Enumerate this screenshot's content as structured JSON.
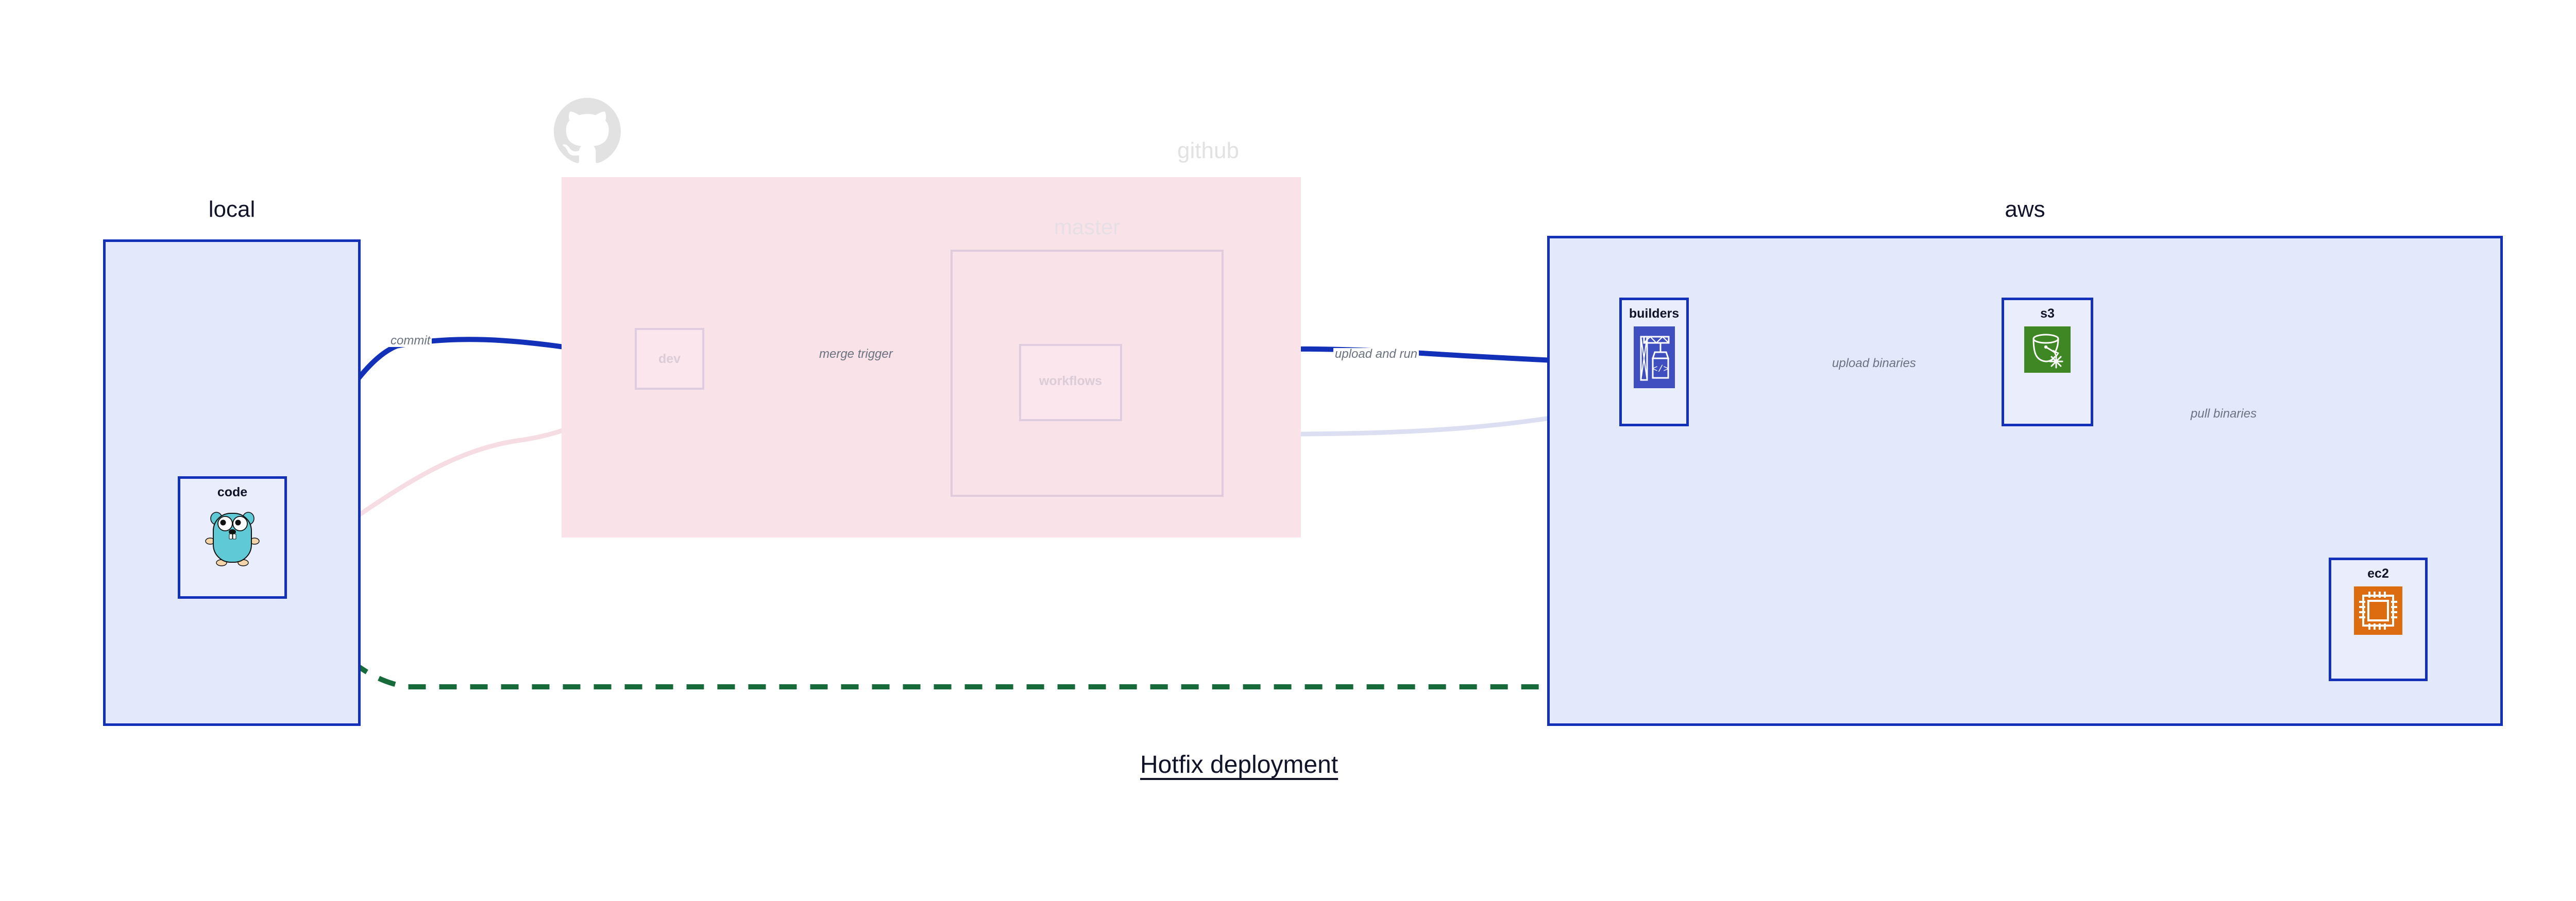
{
  "diagram": {
    "caption": "Hotfix deployment",
    "clusters": [
      {
        "id": "local",
        "label": "local"
      },
      {
        "id": "github",
        "label": "github"
      },
      {
        "id": "master",
        "label": "master"
      },
      {
        "id": "aws",
        "label": "aws"
      }
    ],
    "nodes": [
      {
        "id": "code",
        "label": "code",
        "icon": "go-gopher-icon",
        "state": "active"
      },
      {
        "id": "dev",
        "label": "dev",
        "icon": "none",
        "state": "faded"
      },
      {
        "id": "workflows",
        "label": "workflows",
        "icon": "none",
        "state": "faded"
      },
      {
        "id": "builders",
        "label": "builders",
        "icon": "aws-codebuild-icon",
        "state": "active"
      },
      {
        "id": "s3",
        "label": "s3",
        "icon": "aws-s3-glacier-icon",
        "state": "active"
      },
      {
        "id": "ec2",
        "label": "ec2",
        "icon": "aws-ec2-icon",
        "state": "active"
      }
    ],
    "edges": [
      {
        "from": "code",
        "to": "dev",
        "label": "commit",
        "style": "solid-blue"
      },
      {
        "from": "dev",
        "to": "workflows",
        "label": "merge trigger",
        "style": "solid-blue"
      },
      {
        "from": "workflows",
        "to": "builders",
        "label": "upload and run",
        "style": "solid-blue"
      },
      {
        "from": "builders",
        "to": "s3",
        "label": "upload binaries",
        "style": "solid-blue"
      },
      {
        "from": "s3",
        "to": "ec2",
        "label": "pull binaries",
        "style": "solid-blue"
      },
      {
        "from": "code",
        "to": "ec2",
        "label": "",
        "style": "dashed-green"
      },
      {
        "from": "code",
        "to": "dev",
        "label": "",
        "style": "faded-pink"
      },
      {
        "from": "dev",
        "to": "workflows",
        "label": "",
        "style": "faded-lilac"
      },
      {
        "from": "workflows",
        "to": "builders",
        "label": "",
        "style": "faded-lilac"
      }
    ],
    "colors": {
      "edge_blue": "#1230b8",
      "edge_green": "#176b3a",
      "cluster_blue_fill": "#e3e8fb",
      "cluster_pink_fill": "#fae2e9",
      "node_fill": "#e9edfc",
      "codebuild_purple": "#3f4fbf",
      "s3_green": "#3f8624",
      "ec2_orange": "#dd6b10",
      "gopher_teal": "#5fc9d6",
      "label_gray": "#6b7280",
      "text_dark": "#111428",
      "faded_gray": "#e2e2e3"
    }
  }
}
